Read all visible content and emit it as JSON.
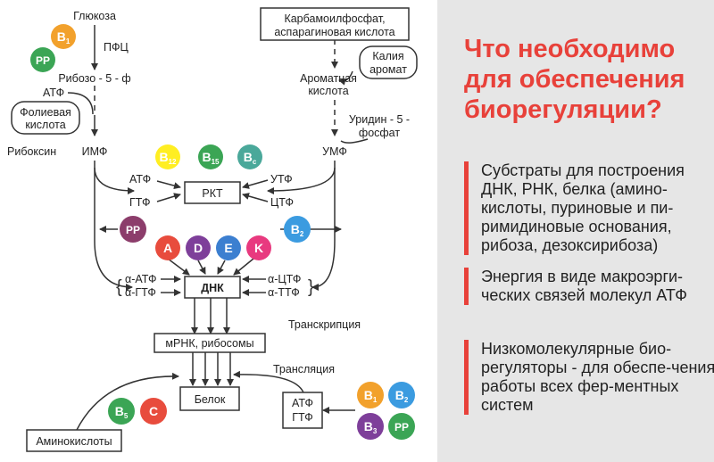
{
  "diagram": {
    "nodes": {
      "glucose": "Глюкоза",
      "ppc": "ПФЦ",
      "ribose5p": "Рибозо - 5 - ф",
      "atf_small": "АТФ",
      "folic_1": "Фолиевая",
      "folic_2": "кислота",
      "riboxin": "Рибоксин",
      "imf": "ИМФ",
      "carbamoyl_1": "Карбамоилфосфат,",
      "carbamoyl_2": "аспарагиновая кислота",
      "kalium_1": "Калия",
      "kalium_2": "аромат",
      "aromatic_1": "Ароматная",
      "aromatic_2": "кислота",
      "uridine_1": "Уридин - 5 -",
      "uridine_2": "фосфат",
      "umf": "УМФ",
      "atf_rkt": "АТФ",
      "gtf_rkt": "ГТФ",
      "rkt": "РКТ",
      "utf": "УТФ",
      "ctf": "ЦТФ",
      "a_atf": "α-АТФ",
      "a_gtf": "α-ГТФ",
      "dnk": "ДНК",
      "a_ctf": "α-ЦТФ",
      "a_ttf": "α-ТТФ",
      "transcription": "Транскрипция",
      "mrnk": "мРНК, рибосомы",
      "translation": "Трансляция",
      "protein": "Белок",
      "atf_box": "АТФ",
      "gtf_box": "ГТФ",
      "aminoacids": "Аминокислоты"
    },
    "vitamins": {
      "b1_top": {
        "main": "B",
        "sub": "1"
      },
      "pp_top": {
        "main": "PP",
        "sub": ""
      },
      "b12": {
        "main": "B",
        "sub": "12"
      },
      "b15": {
        "main": "B",
        "sub": "15"
      },
      "bc": {
        "main": "B",
        "sub": "c"
      },
      "pp_mid": {
        "main": "PP",
        "sub": ""
      },
      "b2_mid": {
        "main": "B",
        "sub": "2"
      },
      "a": {
        "main": "A",
        "sub": ""
      },
      "d": {
        "main": "D",
        "sub": ""
      },
      "e": {
        "main": "E",
        "sub": ""
      },
      "k": {
        "main": "K",
        "sub": ""
      },
      "b5": {
        "main": "B",
        "sub": "5"
      },
      "c": {
        "main": "C",
        "sub": ""
      },
      "b1_bot": {
        "main": "B",
        "sub": "1"
      },
      "b2_bot": {
        "main": "B",
        "sub": "2"
      },
      "b3_bot": {
        "main": "B",
        "sub": "3"
      },
      "pp_bot": {
        "main": "PP",
        "sub": ""
      }
    }
  },
  "panel": {
    "title": "Что необходимо для обеспечения биорегуляции?",
    "items": [
      "Субстраты для построения ДНК, РНК, белка (амино-кислоты, пуриновые и пи-римидиновые основания, рибоза, дезоксирибоза)",
      "Энергия в виде макроэрги-ческих связей молекул АТФ",
      "Низкомолекулярные био-регуляторы -  для обеспе-чения работы всех фер-ментных систем"
    ]
  },
  "colors": {
    "orange": "#f2a12c",
    "green": "#3ba555",
    "yellow": "#ffee22",
    "teal": "#4aa89a",
    "purple": "#8c3d6b",
    "blue": "#3b9be0",
    "red": "#e84c3d",
    "violet": "#7e3f9a",
    "pink": "#e83a7f",
    "royal": "#3c7fd0",
    "accent": "#e8413a",
    "panel_bg": "#e6e6e6"
  }
}
